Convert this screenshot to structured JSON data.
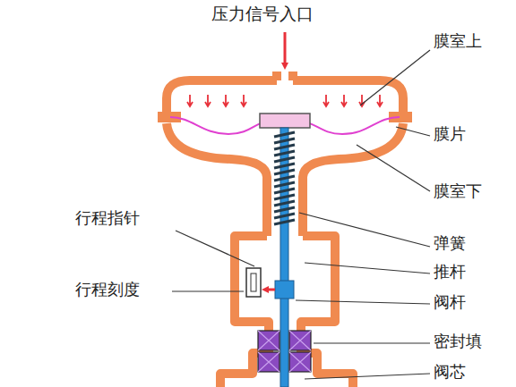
{
  "diagram": {
    "labels": [
      "压力信号入口",
      "膜室上",
      "膜片",
      "膜室下",
      "弹簧",
      "推杆",
      "阀杆",
      "密封填",
      "阀芯",
      "行程指针",
      "行程刻度"
    ]
  }
}
